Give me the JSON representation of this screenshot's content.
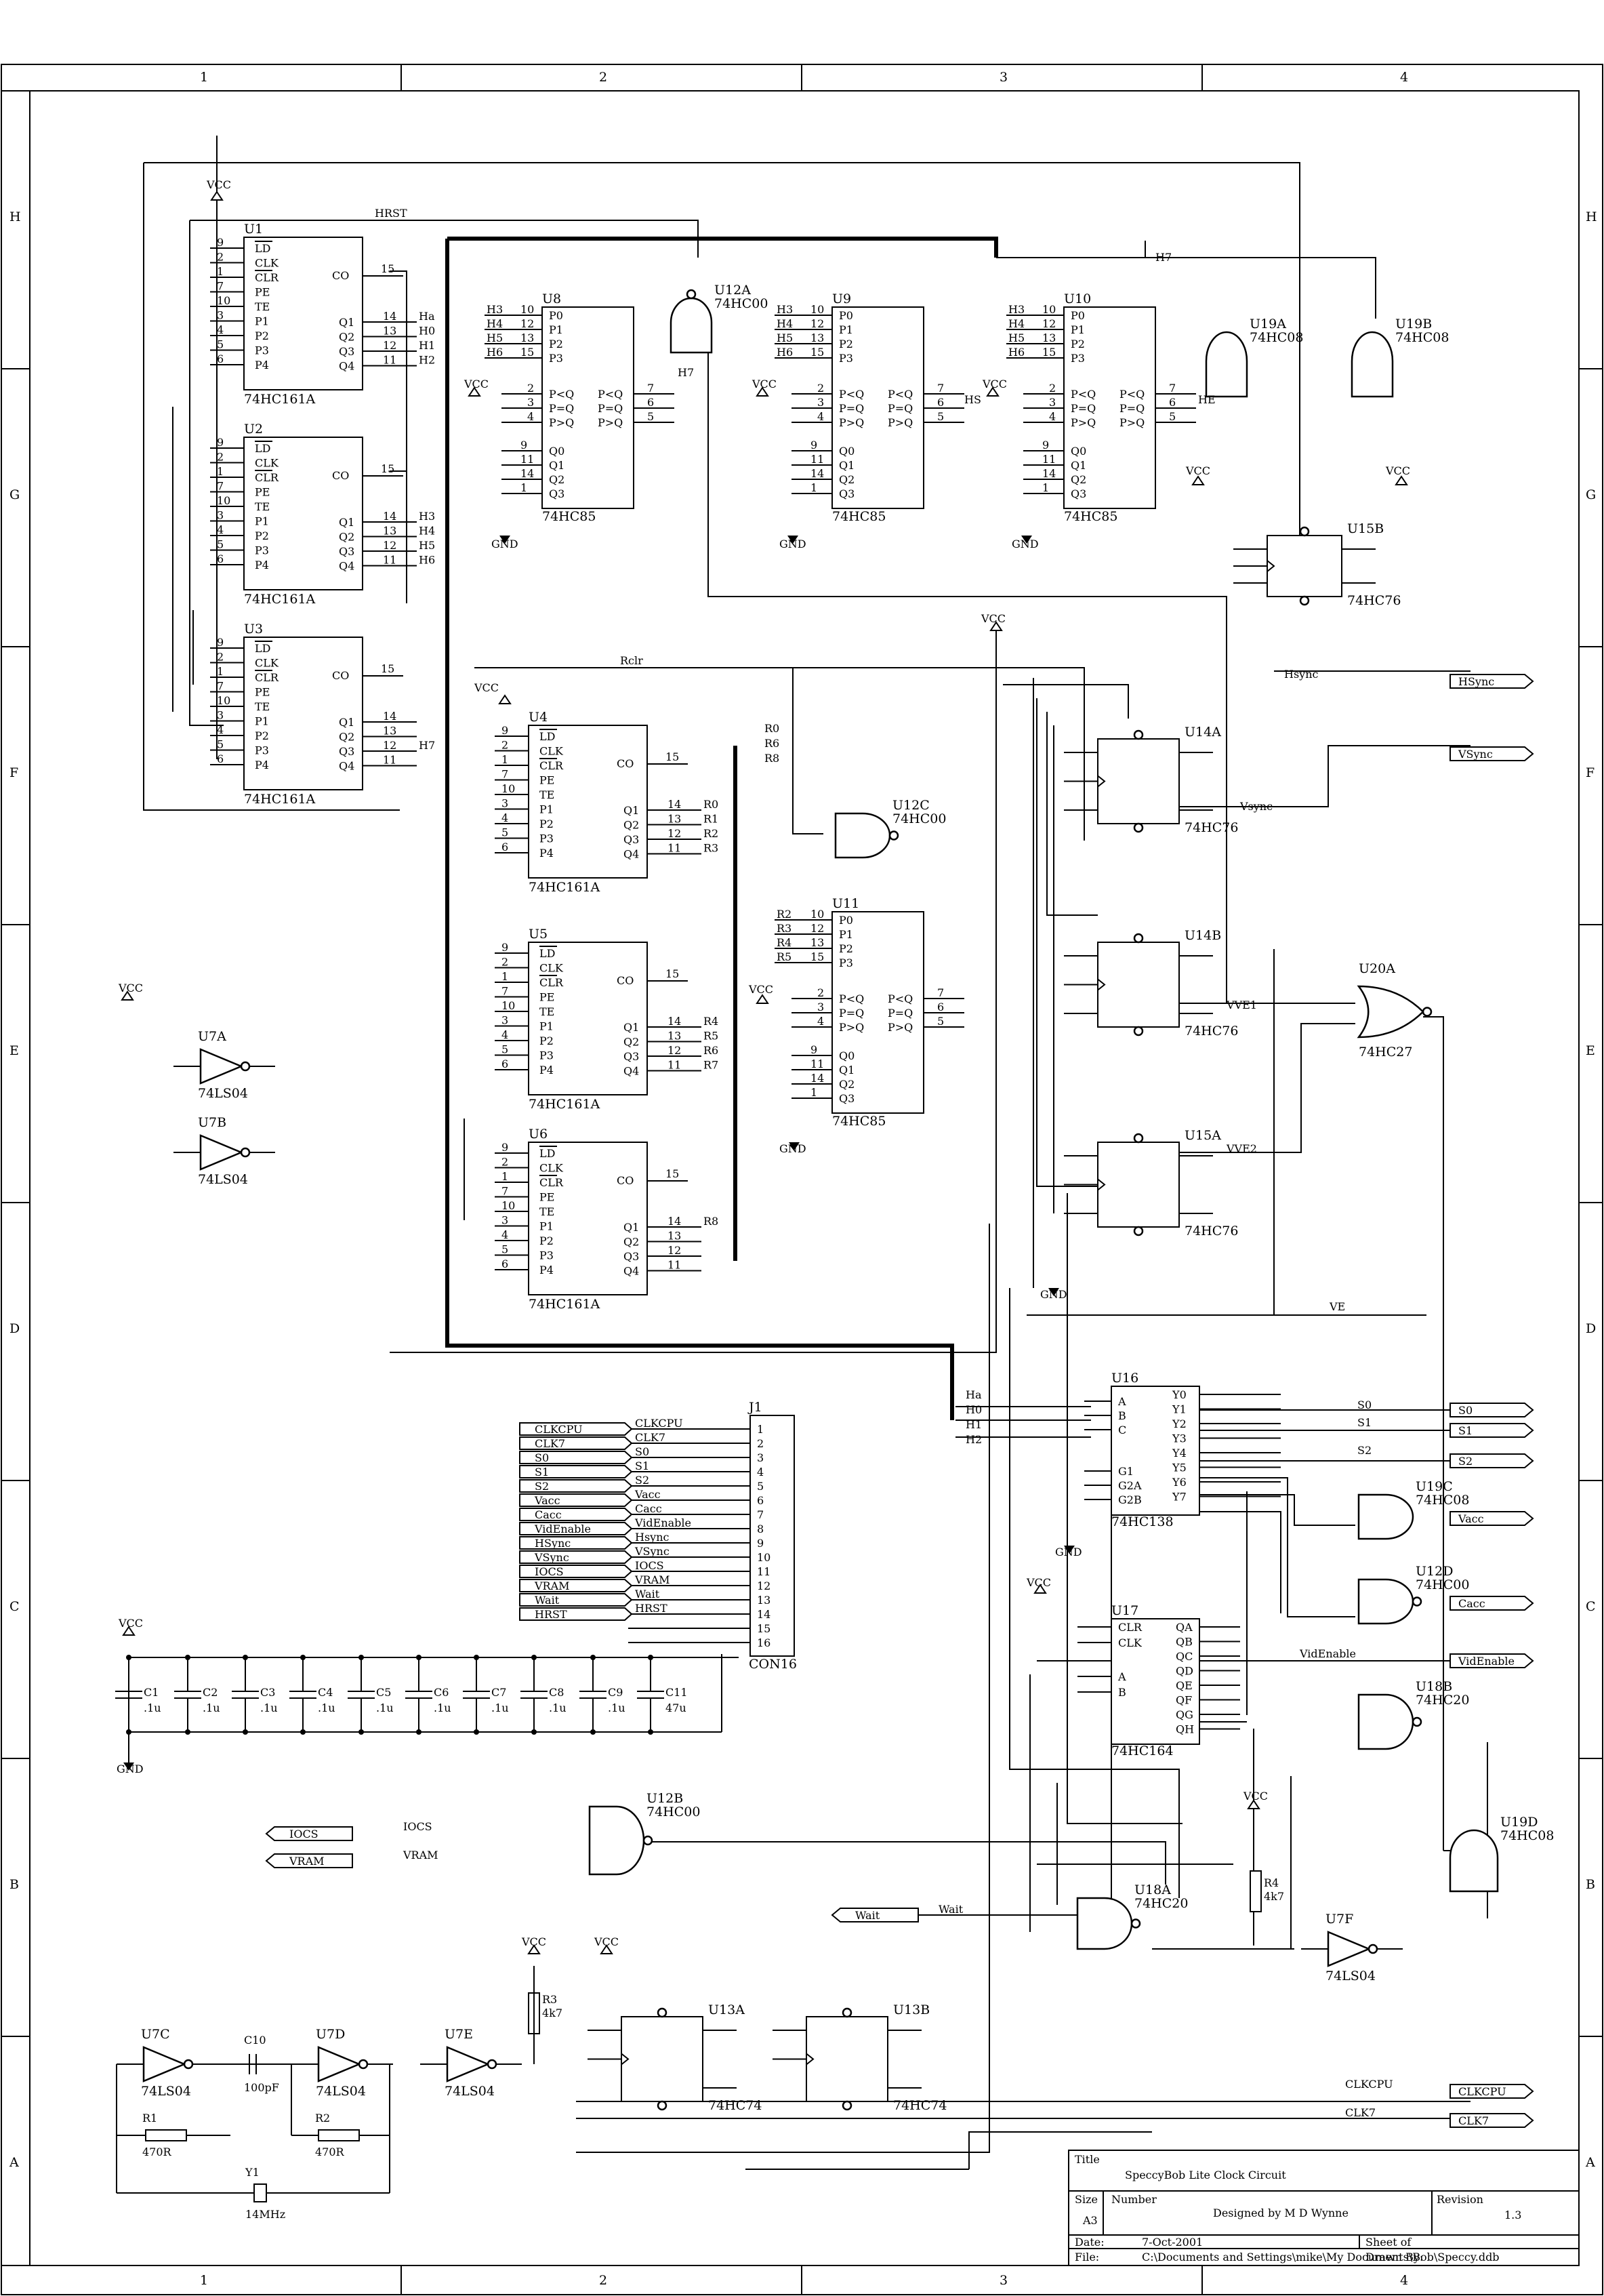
{
  "frame": {
    "columns": [
      "1",
      "2",
      "3",
      "4"
    ],
    "rows": [
      "H",
      "G",
      "F",
      "E",
      "D",
      "C",
      "B",
      "A"
    ]
  },
  "title_block": {
    "title_label": "Title",
    "title": "SpeccyBob Lite Clock Circuit",
    "size_label": "Size",
    "size": "A3",
    "number_label": "Number",
    "number": "Designed by M D Wynne",
    "revision_label": "Revision",
    "revision": "1.3",
    "date_label": "Date:",
    "date": "7-Oct-2001",
    "sheet_label": "Sheet    of",
    "file_label": "File:",
    "file": "C:\\Documents and Settings\\mike\\My Documents\\Bob\\Speccy.ddb",
    "drawn_by": "Drawn By:"
  },
  "counters": [
    {
      "ref": "U1",
      "part": "74HC161A",
      "out": [
        "Ha",
        "H0",
        "H1",
        "H2"
      ],
      "co": "15"
    },
    {
      "ref": "U2",
      "part": "74HC161A",
      "out": [
        "H3",
        "H4",
        "H5",
        "H6"
      ],
      "co": "15"
    },
    {
      "ref": "U3",
      "part": "74HC161A",
      "out": [
        "",
        "",
        "H7",
        ""
      ],
      "co": "15"
    },
    {
      "ref": "U4",
      "part": "74HC161A",
      "out": [
        "R0",
        "R1",
        "R2",
        "R3"
      ],
      "co": "15"
    },
    {
      "ref": "U5",
      "part": "74HC161A",
      "out": [
        "R4",
        "R5",
        "R6",
        "R7"
      ],
      "co": "15"
    },
    {
      "ref": "U6",
      "part": "74HC161A",
      "out": [
        "R8",
        "",
        "",
        ""
      ],
      "co": "15"
    }
  ],
  "counter_pins": {
    "left": [
      "LD",
      "CLK",
      "CLR",
      "PE",
      "TE",
      "P1",
      "P2",
      "P3",
      "P4"
    ],
    "left_nums": [
      "9",
      "2",
      "1",
      "7",
      "10",
      "3",
      "4",
      "5",
      "6"
    ],
    "right": [
      "Q1",
      "Q2",
      "Q3",
      "Q4"
    ],
    "right_nums": [
      "14",
      "13",
      "12",
      "11"
    ],
    "co": "CO"
  },
  "comparators": [
    {
      "ref": "U8",
      "part": "74HC85",
      "in": [
        "H3",
        "H4",
        "H5",
        "H6"
      ]
    },
    {
      "ref": "U9",
      "part": "74HC85",
      "in": [
        "H3",
        "H4",
        "H5",
        "H6"
      ]
    },
    {
      "ref": "U10",
      "part": "74HC85",
      "in": [
        "H3",
        "H4",
        "H5",
        "H6"
      ]
    },
    {
      "ref": "U11",
      "part": "74HC85",
      "in": [
        "R2",
        "R3",
        "R4",
        "R5"
      ]
    }
  ],
  "comparator_pins": {
    "p": [
      "P0",
      "P1",
      "P2",
      "P3"
    ],
    "p_nums": [
      "10",
      "12",
      "13",
      "15"
    ],
    "cmp": [
      "P<Q",
      "P=Q",
      "P>Q"
    ],
    "cmp_in": [
      "2",
      "3",
      "4"
    ],
    "cmp_out": [
      "7",
      "6",
      "5"
    ],
    "q": [
      "Q0",
      "Q1",
      "Q2",
      "Q3"
    ],
    "q_nums": [
      "9",
      "11",
      "14",
      "1"
    ]
  },
  "net_labels": {
    "vcc": "VCC",
    "gnd": "GND",
    "hrst": "HRST",
    "h7": "H7",
    "hs": "HS",
    "he": "HE",
    "rclr": "Rclr",
    "hsync": "Hsync",
    "vsync": "Vsync",
    "vve1": "VVE1",
    "vve2": "VVE2",
    "ve": "VE",
    "vidEnable": "VidEnable",
    "iocs": "IOCS",
    "vram": "VRAM",
    "wait": "Wait",
    "clkcpu": "CLKCPU",
    "clk7": "CLK7",
    "s0": "S0",
    "s1": "S1",
    "s2": "S2",
    "r6": "R6",
    "r8": "R8",
    "r0": "R0"
  },
  "ports_right": [
    "HSync",
    "VSync",
    "S0",
    "S1",
    "S2",
    "Vacc",
    "Cacc",
    "VidEnable",
    "CLKCPU",
    "CLK7"
  ],
  "ports_left": [
    "IOCS",
    "VRAM",
    "Wait"
  ],
  "gates": [
    {
      "ref": "U12A",
      "part": "74HC00"
    },
    {
      "ref": "U12B",
      "part": "74HC00"
    },
    {
      "ref": "U12C",
      "part": "74HC00"
    },
    {
      "ref": "U19A",
      "part": "74HC08"
    },
    {
      "ref": "U19B",
      "part": "74HC08"
    },
    {
      "ref": "U19C",
      "part": "74HC08"
    },
    {
      "ref": "U12D",
      "part": "74HC00"
    },
    {
      "ref": "U19D",
      "part": "74HC08"
    },
    {
      "ref": "U18A",
      "part": "74HC20"
    },
    {
      "ref": "U18B",
      "part": "74HC20"
    },
    {
      "ref": "U20A",
      "part": "74HC27"
    },
    {
      "ref": "U7A",
      "part": "74LS04"
    },
    {
      "ref": "U7B",
      "part": "74LS04"
    },
    {
      "ref": "U7C",
      "part": "74LS04"
    },
    {
      "ref": "U7D",
      "part": "74LS04"
    },
    {
      "ref": "U7E",
      "part": "74LS04"
    },
    {
      "ref": "U7F",
      "part": "74LS04"
    }
  ],
  "flipflops": [
    {
      "ref": "U15B",
      "part": "74HC76"
    },
    {
      "ref": "U14A",
      "part": "74HC76"
    },
    {
      "ref": "U14B",
      "part": "74HC76"
    },
    {
      "ref": "U15A",
      "part": "74HC76"
    },
    {
      "ref": "U13A",
      "part": "74HC74"
    },
    {
      "ref": "U13B",
      "part": "74HC74"
    }
  ],
  "decoder": {
    "ref": "U16",
    "part": "74HC138",
    "in": [
      "A",
      "B",
      "C",
      "G1",
      "G2A",
      "G2B"
    ],
    "out": [
      "Y0",
      "Y1",
      "Y2",
      "Y3",
      "Y4",
      "Y5",
      "Y6",
      "Y7"
    ],
    "bus": [
      "Ha",
      "H0",
      "H1",
      "H2"
    ]
  },
  "shift": {
    "ref": "U17",
    "part": "74HC164",
    "left": [
      "CLR",
      "CLK",
      "A",
      "B"
    ],
    "right": [
      "QA",
      "QB",
      "QC",
      "QD",
      "QE",
      "QF",
      "QG",
      "QH"
    ]
  },
  "connector": {
    "ref": "J1",
    "part": "CON16",
    "pins": [
      "1",
      "2",
      "3",
      "4",
      "5",
      "6",
      "7",
      "8",
      "9",
      "10",
      "11",
      "12",
      "13",
      "14",
      "15",
      "16"
    ],
    "signals": [
      "CLKCPU",
      "CLK7",
      "S0",
      "S1",
      "S2",
      "Vacc",
      "Cacc",
      "VidEnable",
      "Hsync",
      "VSync",
      "IOCS",
      "VRAM",
      "Wait",
      "HRST",
      "",
      ""
    ],
    "ports": [
      "CLKCPU",
      "CLK7",
      "S0",
      "S1",
      "S2",
      "Vacc",
      "Cacc",
      "VidEnable",
      "HSync",
      "VSync",
      "IOCS",
      "VRAM",
      "Wait",
      "HRST"
    ]
  },
  "capacitors": [
    {
      "ref": "C1",
      "value": ".1u"
    },
    {
      "ref": "C2",
      "value": ".1u"
    },
    {
      "ref": "C3",
      "value": ".1u"
    },
    {
      "ref": "C4",
      "value": ".1u"
    },
    {
      "ref": "C5",
      "value": ".1u"
    },
    {
      "ref": "C6",
      "value": ".1u"
    },
    {
      "ref": "C7",
      "value": ".1u"
    },
    {
      "ref": "C8",
      "value": ".1u"
    },
    {
      "ref": "C9",
      "value": ".1u"
    },
    {
      "ref": "C11",
      "value": "47u"
    }
  ],
  "oscillator": {
    "c10": "C10",
    "c10_val": "100pF",
    "r1": "R1",
    "r1_val": "470R",
    "r2": "R2",
    "r2_val": "470R",
    "r3": "R3",
    "r3_val": "4k7",
    "r4": "R4",
    "r4_val": "4k7",
    "y1": "Y1",
    "y1_val": "14MHz"
  }
}
